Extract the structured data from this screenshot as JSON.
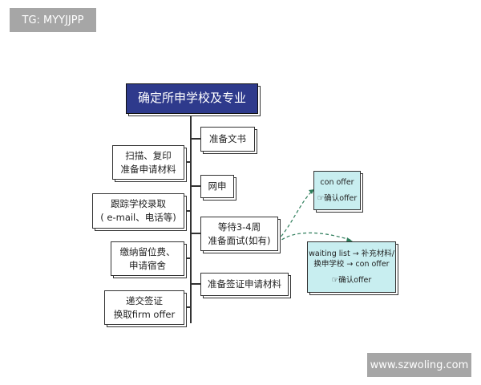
{
  "watermarks": {
    "top_left": "TG: MYYJJPP",
    "bottom_right": "www.szwoling.com"
  },
  "root": "确定所申学校及专业",
  "right_steps": [
    {
      "lines": [
        "准备文书"
      ]
    },
    {
      "lines": [
        "网申"
      ]
    },
    {
      "lines": [
        "等待3-4周",
        "准备面试(如有)"
      ]
    },
    {
      "lines": [
        "准备签证申请材料"
      ]
    }
  ],
  "left_steps": [
    {
      "lines": [
        "扫描、复印",
        "准备申请材料"
      ]
    },
    {
      "lines": [
        "跟踪学校录取",
        "( e-mail、电话等)"
      ]
    },
    {
      "lines": [
        "缴纳留位费、",
        "申请宿舍"
      ]
    },
    {
      "lines": [
        "递交签证",
        "换取firm offer"
      ]
    }
  ],
  "outcomes": [
    {
      "lines": [
        "con offer",
        "☞确认offer"
      ]
    },
    {
      "lines": [
        "waiting list → 补充材料/",
        "换申学校 → con offer",
        "☞确认offer"
      ]
    }
  ],
  "colors": {
    "root_bg": "#2e3a8c",
    "outcome_bg": "#c8eef0",
    "arrow": "#2e7d5b"
  }
}
